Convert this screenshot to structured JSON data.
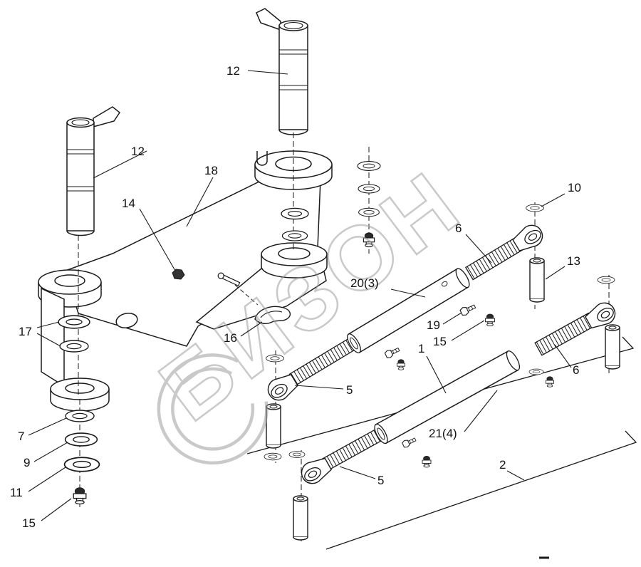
{
  "watermark": "БИЗОН",
  "callouts": {
    "pin_top": "12",
    "pin_left": "12",
    "bracket": "18",
    "nut": "14",
    "washers_left": "17",
    "clip": "16",
    "ring7": "7",
    "ring9": "9",
    "ring11": "11",
    "fitting15_left": "15",
    "clevis_upper": "5",
    "clevis_lower": "5",
    "thread_upper": "6",
    "thread_lower": "6",
    "ring10": "10",
    "pin13": "13",
    "bolt19": "19",
    "fitting15_mid": "15",
    "rod_upper": "20(3)",
    "rod_lower": "21(4)",
    "group1": "1",
    "group2": "2"
  }
}
